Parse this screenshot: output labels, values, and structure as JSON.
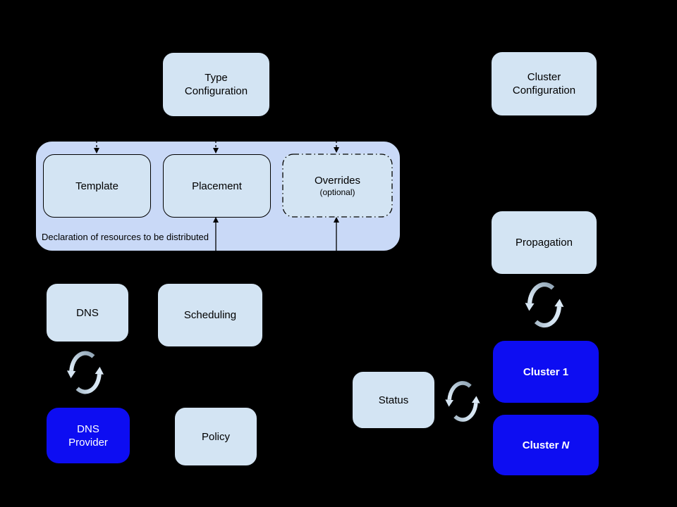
{
  "diagram": {
    "colors": {
      "background": "#000000",
      "light_box_fill": "#d3e4f3",
      "container_fill": "#c9d9f7",
      "blue_box_fill": "#0d0df2",
      "box_border": "#000000",
      "text_dark": "#000000",
      "text_light": "#ffffff",
      "sync_light": "#d6e5f2",
      "sync_gray": "#8fa3b4",
      "connector": "#000000"
    },
    "icons": {
      "sync": "sync-cycle-arrows-icon"
    },
    "nodes": {
      "type_configuration": {
        "line1": "Type",
        "line2": "Configuration"
      },
      "cluster_configuration": {
        "line1": "Cluster",
        "line2": "Configuration"
      },
      "resource_group": {
        "caption": "Declaration of resources to be distributed",
        "template": {
          "label": "Template"
        },
        "placement": {
          "label": "Placement"
        },
        "overrides": {
          "label": "Overrides",
          "sublabel": "(optional)"
        }
      },
      "dns": {
        "label": "DNS"
      },
      "scheduling": {
        "label": "Scheduling"
      },
      "dns_provider": {
        "line1": "DNS",
        "line2": "Provider"
      },
      "policy": {
        "label": "Policy"
      },
      "propagation": {
        "label": "Propagation"
      },
      "status": {
        "label": "Status"
      },
      "cluster_1": {
        "label": "Cluster 1"
      },
      "cluster_n": {
        "prefix": "Cluster",
        "suffix_italic": "N"
      }
    }
  }
}
